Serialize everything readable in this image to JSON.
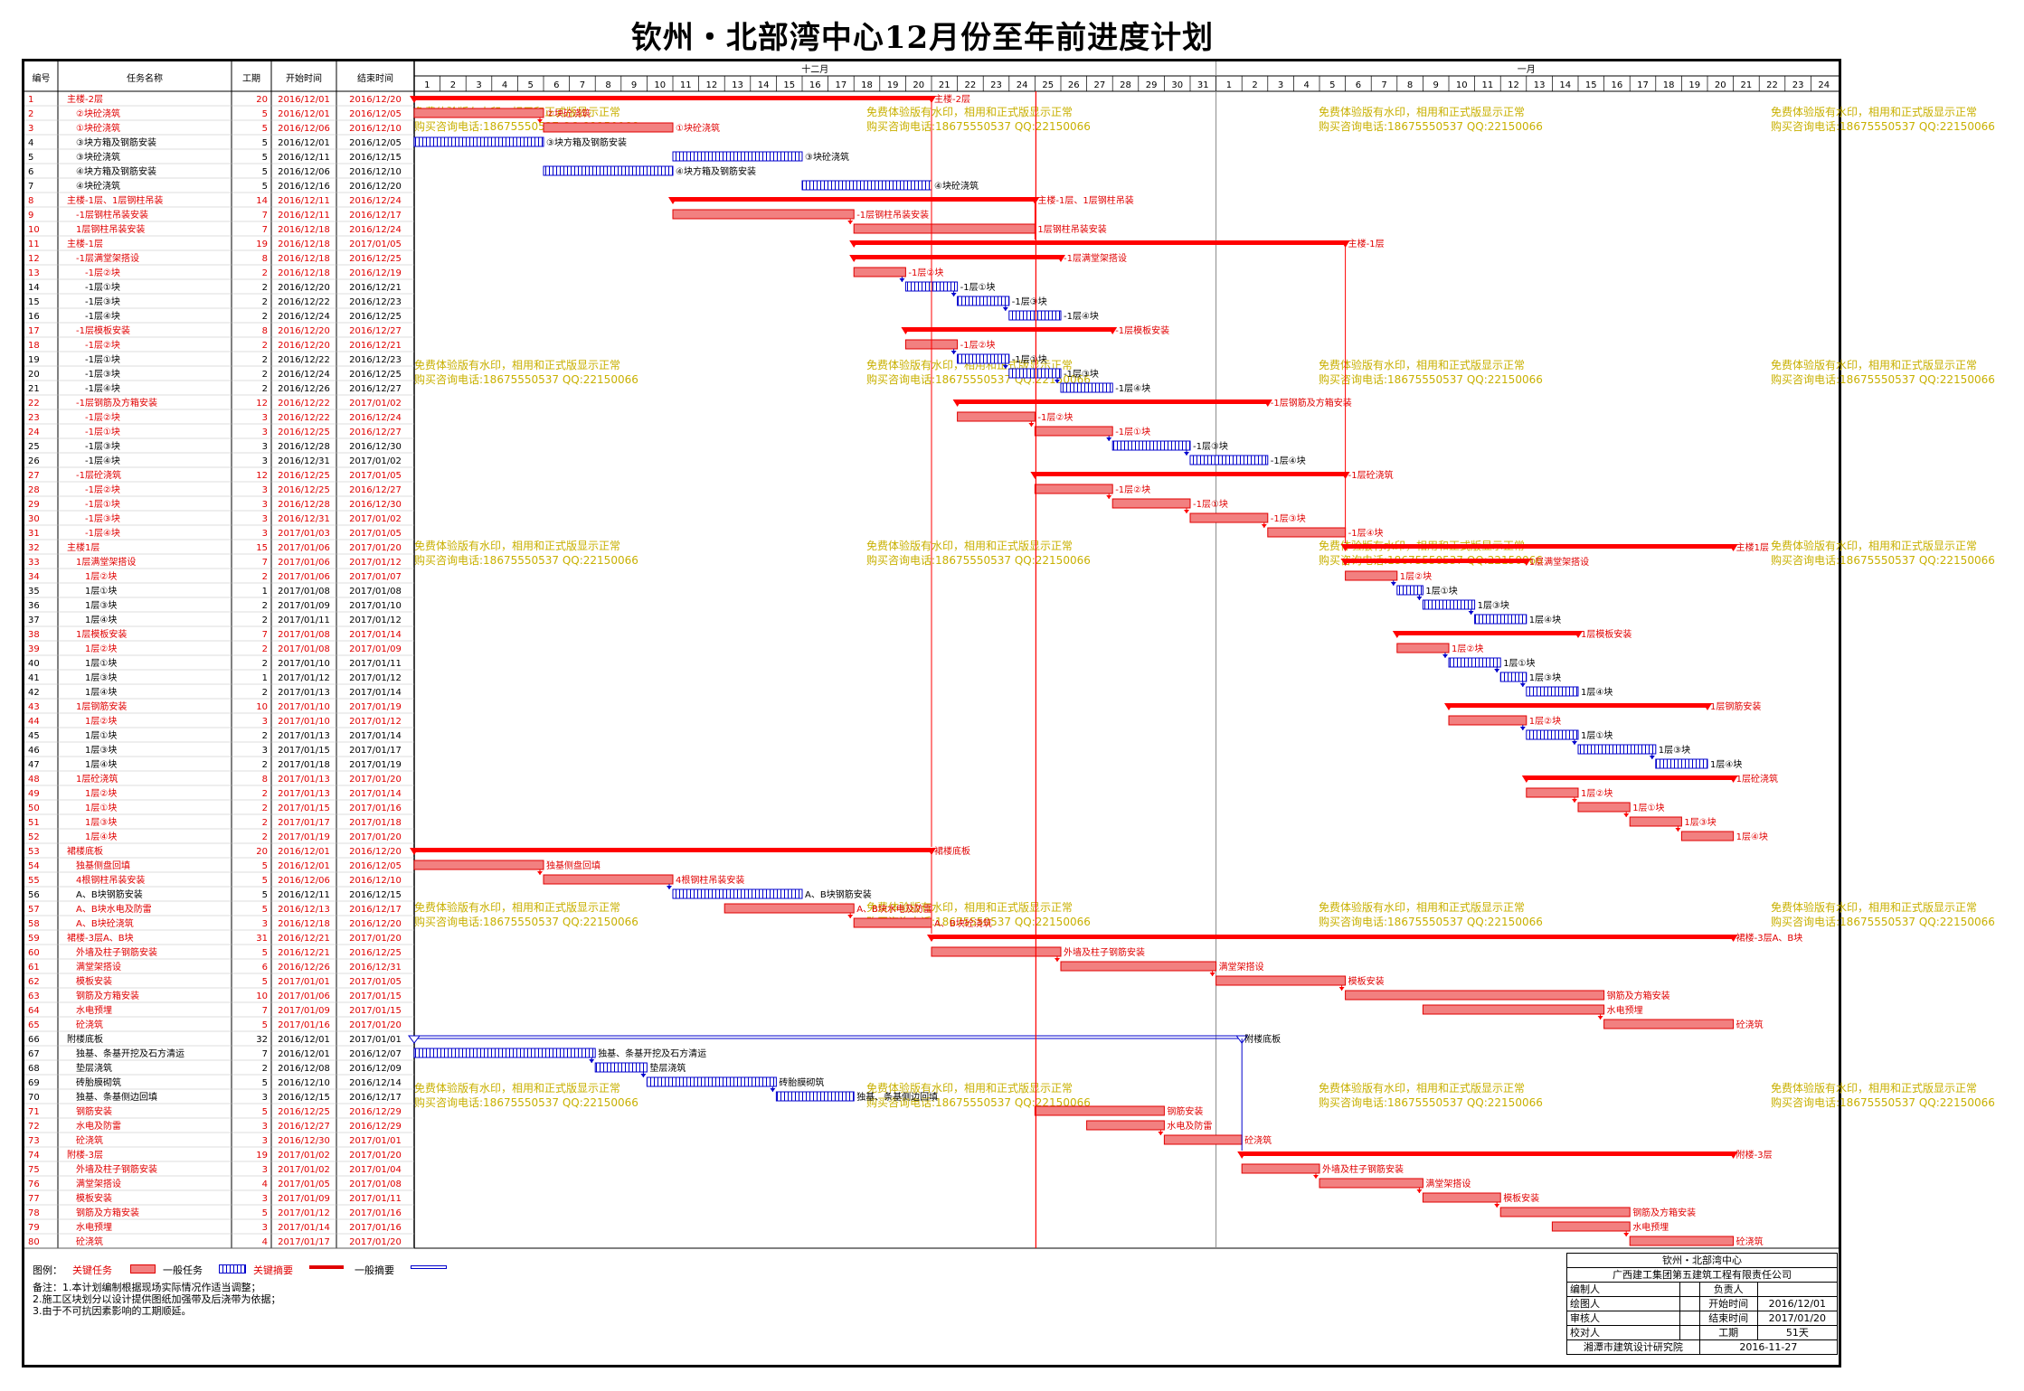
{
  "title": "钦州・北部湾中心12月份至年前进度计划",
  "columns": {
    "id": "编号",
    "name": "任务名称",
    "dur": "工期",
    "start": "开始时间",
    "end": "结束时间"
  },
  "months": [
    "十二月",
    "一月"
  ],
  "watermark": [
    "免费体验版有水印，相用和正式版显示正常",
    "购买咨询电话:18675550537 QQ:22150066"
  ],
  "legend": {
    "title": "图例：",
    "critical_task": "关键任务",
    "normal_task": "一般任务",
    "critical_summary": "关键摘要",
    "normal_summary": "一般摘要"
  },
  "notes": [
    "备注：1.本计划编制根据现场实际情况作适当调整；",
    "2.施工区块划分以设计提供图纸加强带及后浇带为依据；",
    "3.由于不可抗因素影响的工期顺延。"
  ],
  "titleblock": {
    "project": "钦州・北部湾中心",
    "company": "广西建工集团第五建筑工程有限责任公司",
    "rows": [
      [
        "编制人",
        "",
        "负责人",
        ""
      ],
      [
        "绘图人",
        "",
        "开始时间",
        "2016/12/01"
      ],
      [
        "审核人",
        "",
        "结束时间",
        "2017/01/20"
      ],
      [
        "校对人",
        "",
        "工期",
        "51天"
      ]
    ],
    "footer": [
      "湘潭市建筑设计研究院",
      "2016-11-27"
    ]
  },
  "colors": {
    "critical": "#ff0000",
    "critical_bar": "#f28080",
    "normal": "#0000cc",
    "grid": "#000000",
    "watermark": "#c8b000"
  },
  "chart_data": {
    "type": "table",
    "timescale": {
      "start": "2016-12-01",
      "end": "2017-01-24"
    },
    "tasks": [
      {
        "id": 1,
        "name": "主楼-2层",
        "dur": 20,
        "start": "2016/12/01",
        "end": "2016/12/20",
        "lvl": 0,
        "kind": "summary",
        "crit": true,
        "label": "主楼-2层"
      },
      {
        "id": 2,
        "name": "②块砼浇筑",
        "dur": 5,
        "start": "2016/12/01",
        "end": "2016/12/05",
        "lvl": 1,
        "kind": "task",
        "crit": true,
        "label": "②块砼浇筑"
      },
      {
        "id": 3,
        "name": "①块砼浇筑",
        "dur": 5,
        "start": "2016/12/06",
        "end": "2016/12/10",
        "lvl": 1,
        "kind": "task",
        "crit": true,
        "label": "①块砼浇筑"
      },
      {
        "id": 4,
        "name": "③块方箱及钢筋安装",
        "dur": 5,
        "start": "2016/12/01",
        "end": "2016/12/05",
        "lvl": 1,
        "kind": "task",
        "crit": false,
        "label": "③块方箱及钢筋安装"
      },
      {
        "id": 5,
        "name": "③块砼浇筑",
        "dur": 5,
        "start": "2016/12/11",
        "end": "2016/12/15",
        "lvl": 1,
        "kind": "task",
        "crit": false,
        "label": "③块砼浇筑"
      },
      {
        "id": 6,
        "name": "④块方箱及钢筋安装",
        "dur": 5,
        "start": "2016/12/06",
        "end": "2016/12/10",
        "lvl": 1,
        "kind": "task",
        "crit": false,
        "label": "④块方箱及钢筋安装"
      },
      {
        "id": 7,
        "name": "④块砼浇筑",
        "dur": 5,
        "start": "2016/12/16",
        "end": "2016/12/20",
        "lvl": 1,
        "kind": "task",
        "crit": false,
        "label": "④块砼浇筑"
      },
      {
        "id": 8,
        "name": "主楼-1层、1层钢柱吊装",
        "dur": 14,
        "start": "2016/12/11",
        "end": "2016/12/24",
        "lvl": 0,
        "kind": "summary",
        "crit": true,
        "label": "主楼-1层、1层钢柱吊装"
      },
      {
        "id": 9,
        "name": "-1层钢柱吊装安装",
        "dur": 7,
        "start": "2016/12/11",
        "end": "2016/12/17",
        "lvl": 1,
        "kind": "task",
        "crit": true,
        "label": "-1层钢柱吊装安装"
      },
      {
        "id": 10,
        "name": "1层钢柱吊装安装",
        "dur": 7,
        "start": "2016/12/18",
        "end": "2016/12/24",
        "lvl": 1,
        "kind": "task",
        "crit": true,
        "label": "1层钢柱吊装安装"
      },
      {
        "id": 11,
        "name": "主楼-1层",
        "dur": 19,
        "start": "2016/12/18",
        "end": "2017/01/05",
        "lvl": 0,
        "kind": "summary",
        "crit": true,
        "label": "主楼-1层"
      },
      {
        "id": 12,
        "name": "-1层满堂架搭设",
        "dur": 8,
        "start": "2016/12/18",
        "end": "2016/12/25",
        "lvl": 1,
        "kind": "summary",
        "crit": true,
        "label": "-1层满堂架搭设"
      },
      {
        "id": 13,
        "name": "-1层②块",
        "dur": 2,
        "start": "2016/12/18",
        "end": "2016/12/19",
        "lvl": 2,
        "kind": "task",
        "crit": true,
        "label": "-1层②块"
      },
      {
        "id": 14,
        "name": "-1层①块",
        "dur": 2,
        "start": "2016/12/20",
        "end": "2016/12/21",
        "lvl": 2,
        "kind": "task",
        "crit": false,
        "label": "-1层①块"
      },
      {
        "id": 15,
        "name": "-1层③块",
        "dur": 2,
        "start": "2016/12/22",
        "end": "2016/12/23",
        "lvl": 2,
        "kind": "task",
        "crit": false,
        "label": "-1层③块"
      },
      {
        "id": 16,
        "name": "-1层④块",
        "dur": 2,
        "start": "2016/12/24",
        "end": "2016/12/25",
        "lvl": 2,
        "kind": "task",
        "crit": false,
        "label": "-1层④块"
      },
      {
        "id": 17,
        "name": "-1层模板安装",
        "dur": 8,
        "start": "2016/12/20",
        "end": "2016/12/27",
        "lvl": 1,
        "kind": "summary",
        "crit": true,
        "label": "-1层模板安装"
      },
      {
        "id": 18,
        "name": "-1层②块",
        "dur": 2,
        "start": "2016/12/20",
        "end": "2016/12/21",
        "lvl": 2,
        "kind": "task",
        "crit": true,
        "label": "-1层②块"
      },
      {
        "id": 19,
        "name": "-1层①块",
        "dur": 2,
        "start": "2016/12/22",
        "end": "2016/12/23",
        "lvl": 2,
        "kind": "task",
        "crit": false,
        "label": "-1层①块"
      },
      {
        "id": 20,
        "name": "-1层③块",
        "dur": 2,
        "start": "2016/12/24",
        "end": "2016/12/25",
        "lvl": 2,
        "kind": "task",
        "crit": false,
        "label": "-1层③块"
      },
      {
        "id": 21,
        "name": "-1层④块",
        "dur": 2,
        "start": "2016/12/26",
        "end": "2016/12/27",
        "lvl": 2,
        "kind": "task",
        "crit": false,
        "label": "-1层④块"
      },
      {
        "id": 22,
        "name": "-1层钢筋及方箱安装",
        "dur": 12,
        "start": "2016/12/22",
        "end": "2017/01/02",
        "lvl": 1,
        "kind": "summary",
        "crit": true,
        "label": "-1层钢筋及方箱安装"
      },
      {
        "id": 23,
        "name": "-1层②块",
        "dur": 3,
        "start": "2016/12/22",
        "end": "2016/12/24",
        "lvl": 2,
        "kind": "task",
        "crit": true,
        "label": "-1层②块"
      },
      {
        "id": 24,
        "name": "-1层①块",
        "dur": 3,
        "start": "2016/12/25",
        "end": "2016/12/27",
        "lvl": 2,
        "kind": "task",
        "crit": true,
        "label": "-1层①块"
      },
      {
        "id": 25,
        "name": "-1层③块",
        "dur": 3,
        "start": "2016/12/28",
        "end": "2016/12/30",
        "lvl": 2,
        "kind": "task",
        "crit": false,
        "label": "-1层③块"
      },
      {
        "id": 26,
        "name": "-1层④块",
        "dur": 3,
        "start": "2016/12/31",
        "end": "2017/01/02",
        "lvl": 2,
        "kind": "task",
        "crit": false,
        "label": "-1层④块"
      },
      {
        "id": 27,
        "name": "-1层砼浇筑",
        "dur": 12,
        "start": "2016/12/25",
        "end": "2017/01/05",
        "lvl": 1,
        "kind": "summary",
        "crit": true,
        "label": "-1层砼浇筑"
      },
      {
        "id": 28,
        "name": "-1层②块",
        "dur": 3,
        "start": "2016/12/25",
        "end": "2016/12/27",
        "lvl": 2,
        "kind": "task",
        "crit": true,
        "label": "-1层②块"
      },
      {
        "id": 29,
        "name": "-1层①块",
        "dur": 3,
        "start": "2016/12/28",
        "end": "2016/12/30",
        "lvl": 2,
        "kind": "task",
        "crit": true,
        "label": "-1层①块"
      },
      {
        "id": 30,
        "name": "-1层③块",
        "dur": 3,
        "start": "2016/12/31",
        "end": "2017/01/02",
        "lvl": 2,
        "kind": "task",
        "crit": true,
        "label": "-1层③块"
      },
      {
        "id": 31,
        "name": "-1层④块",
        "dur": 3,
        "start": "2017/01/03",
        "end": "2017/01/05",
        "lvl": 2,
        "kind": "task",
        "crit": true,
        "label": "-1层④块"
      },
      {
        "id": 32,
        "name": "主楼1层",
        "dur": 15,
        "start": "2017/01/06",
        "end": "2017/01/20",
        "lvl": 0,
        "kind": "summary",
        "crit": true,
        "label": "主楼1层"
      },
      {
        "id": 33,
        "name": "1层满堂架搭设",
        "dur": 7,
        "start": "2017/01/06",
        "end": "2017/01/12",
        "lvl": 1,
        "kind": "summary",
        "crit": true,
        "label": "1层满堂架搭设"
      },
      {
        "id": 34,
        "name": "1层②块",
        "dur": 2,
        "start": "2017/01/06",
        "end": "2017/01/07",
        "lvl": 2,
        "kind": "task",
        "crit": true,
        "label": "1层②块"
      },
      {
        "id": 35,
        "name": "1层①块",
        "dur": 1,
        "start": "2017/01/08",
        "end": "2017/01/08",
        "lvl": 2,
        "kind": "task",
        "crit": false,
        "label": "1层①块"
      },
      {
        "id": 36,
        "name": "1层③块",
        "dur": 2,
        "start": "2017/01/09",
        "end": "2017/01/10",
        "lvl": 2,
        "kind": "task",
        "crit": false,
        "label": "1层③块"
      },
      {
        "id": 37,
        "name": "1层④块",
        "dur": 2,
        "start": "2017/01/11",
        "end": "2017/01/12",
        "lvl": 2,
        "kind": "task",
        "crit": false,
        "label": "1层④块"
      },
      {
        "id": 38,
        "name": "1层模板安装",
        "dur": 7,
        "start": "2017/01/08",
        "end": "2017/01/14",
        "lvl": 1,
        "kind": "summary",
        "crit": true,
        "label": "1层模板安装"
      },
      {
        "id": 39,
        "name": "1层②块",
        "dur": 2,
        "start": "2017/01/08",
        "end": "2017/01/09",
        "lvl": 2,
        "kind": "task",
        "crit": true,
        "label": "1层②块"
      },
      {
        "id": 40,
        "name": "1层①块",
        "dur": 2,
        "start": "2017/01/10",
        "end": "2017/01/11",
        "lvl": 2,
        "kind": "task",
        "crit": false,
        "label": "1层①块"
      },
      {
        "id": 41,
        "name": "1层③块",
        "dur": 1,
        "start": "2017/01/12",
        "end": "2017/01/12",
        "lvl": 2,
        "kind": "task",
        "crit": false,
        "label": "1层③块"
      },
      {
        "id": 42,
        "name": "1层④块",
        "dur": 2,
        "start": "2017/01/13",
        "end": "2017/01/14",
        "lvl": 2,
        "kind": "task",
        "crit": false,
        "label": "1层④块"
      },
      {
        "id": 43,
        "name": "1层钢筋安装",
        "dur": 10,
        "start": "2017/01/10",
        "end": "2017/01/19",
        "lvl": 1,
        "kind": "summary",
        "crit": true,
        "label": "1层钢筋安装"
      },
      {
        "id": 44,
        "name": "1层②块",
        "dur": 3,
        "start": "2017/01/10",
        "end": "2017/01/12",
        "lvl": 2,
        "kind": "task",
        "crit": true,
        "label": "1层②块"
      },
      {
        "id": 45,
        "name": "1层①块",
        "dur": 2,
        "start": "2017/01/13",
        "end": "2017/01/14",
        "lvl": 2,
        "kind": "task",
        "crit": false,
        "label": "1层①块"
      },
      {
        "id": 46,
        "name": "1层③块",
        "dur": 3,
        "start": "2017/01/15",
        "end": "2017/01/17",
        "lvl": 2,
        "kind": "task",
        "crit": false,
        "label": "1层③块"
      },
      {
        "id": 47,
        "name": "1层④块",
        "dur": 2,
        "start": "2017/01/18",
        "end": "2017/01/19",
        "lvl": 2,
        "kind": "task",
        "crit": false,
        "label": "1层④块"
      },
      {
        "id": 48,
        "name": "1层砼浇筑",
        "dur": 8,
        "start": "2017/01/13",
        "end": "2017/01/20",
        "lvl": 1,
        "kind": "summary",
        "crit": true,
        "label": "1层砼浇筑"
      },
      {
        "id": 49,
        "name": "1层②块",
        "dur": 2,
        "start": "2017/01/13",
        "end": "2017/01/14",
        "lvl": 2,
        "kind": "task",
        "crit": true,
        "label": "1层②块"
      },
      {
        "id": 50,
        "name": "1层①块",
        "dur": 2,
        "start": "2017/01/15",
        "end": "2017/01/16",
        "lvl": 2,
        "kind": "task",
        "crit": true,
        "label": "1层①块"
      },
      {
        "id": 51,
        "name": "1层③块",
        "dur": 2,
        "start": "2017/01/17",
        "end": "2017/01/18",
        "lvl": 2,
        "kind": "task",
        "crit": true,
        "label": "1层③块"
      },
      {
        "id": 52,
        "name": "1层④块",
        "dur": 2,
        "start": "2017/01/19",
        "end": "2017/01/20",
        "lvl": 2,
        "kind": "task",
        "crit": true,
        "label": "1层④块"
      },
      {
        "id": 53,
        "name": "裙楼底板",
        "dur": 20,
        "start": "2016/12/01",
        "end": "2016/12/20",
        "lvl": 0,
        "kind": "summary",
        "crit": true,
        "label": "裙楼底板"
      },
      {
        "id": 54,
        "name": "独基侧盘回填",
        "dur": 5,
        "start": "2016/12/01",
        "end": "2016/12/05",
        "lvl": 1,
        "kind": "task",
        "crit": true,
        "label": "独基侧盘回填"
      },
      {
        "id": 55,
        "name": "4根钢柱吊装安装",
        "dur": 5,
        "start": "2016/12/06",
        "end": "2016/12/10",
        "lvl": 1,
        "kind": "task",
        "crit": true,
        "label": "4根钢柱吊装安装"
      },
      {
        "id": 56,
        "name": "A、B块钢筋安装",
        "dur": 5,
        "start": "2016/12/11",
        "end": "2016/12/15",
        "lvl": 1,
        "kind": "task",
        "crit": false,
        "label": "A、B块钢筋安装"
      },
      {
        "id": 57,
        "name": "A、B块水电及防雷",
        "dur": 5,
        "start": "2016/12/13",
        "end": "2016/12/17",
        "lvl": 1,
        "kind": "task",
        "crit": true,
        "label": "A、B块水电及防雷"
      },
      {
        "id": 58,
        "name": "A、B块砼浇筑",
        "dur": 3,
        "start": "2016/12/18",
        "end": "2016/12/20",
        "lvl": 1,
        "kind": "task",
        "crit": true,
        "label": "A、B块砼浇筑"
      },
      {
        "id": 59,
        "name": "裙楼-3层A、B块",
        "dur": 31,
        "start": "2016/12/21",
        "end": "2017/01/20",
        "lvl": 0,
        "kind": "summary",
        "crit": true,
        "label": "裙楼-3层A、B块"
      },
      {
        "id": 60,
        "name": "外墙及柱子钢筋安装",
        "dur": 5,
        "start": "2016/12/21",
        "end": "2016/12/25",
        "lvl": 1,
        "kind": "task",
        "crit": true,
        "label": "外墙及柱子钢筋安装"
      },
      {
        "id": 61,
        "name": "满堂架搭设",
        "dur": 6,
        "start": "2016/12/26",
        "end": "2016/12/31",
        "lvl": 1,
        "kind": "task",
        "crit": true,
        "label": "满堂架搭设"
      },
      {
        "id": 62,
        "name": "模板安装",
        "dur": 5,
        "start": "2017/01/01",
        "end": "2017/01/05",
        "lvl": 1,
        "kind": "task",
        "crit": true,
        "label": "模板安装"
      },
      {
        "id": 63,
        "name": "钢筋及方箱安装",
        "dur": 10,
        "start": "2017/01/06",
        "end": "2017/01/15",
        "lvl": 1,
        "kind": "task",
        "crit": true,
        "label": "钢筋及方箱安装"
      },
      {
        "id": 64,
        "name": "水电预埋",
        "dur": 7,
        "start": "2017/01/09",
        "end": "2017/01/15",
        "lvl": 1,
        "kind": "task",
        "crit": true,
        "label": "水电预埋"
      },
      {
        "id": 65,
        "name": "砼浇筑",
        "dur": 5,
        "start": "2017/01/16",
        "end": "2017/01/20",
        "lvl": 1,
        "kind": "task",
        "crit": true,
        "label": "砼浇筑"
      },
      {
        "id": 66,
        "name": "附楼底板",
        "dur": 32,
        "start": "2016/12/01",
        "end": "2017/01/01",
        "lvl": 0,
        "kind": "summary",
        "crit": false,
        "label": "附楼底板"
      },
      {
        "id": 67,
        "name": "独基、条基开挖及石方清运",
        "dur": 7,
        "start": "2016/12/01",
        "end": "2016/12/07",
        "lvl": 1,
        "kind": "task",
        "crit": false,
        "label": "独基、条基开挖及石方清运"
      },
      {
        "id": 68,
        "name": "垫层浇筑",
        "dur": 2,
        "start": "2016/12/08",
        "end": "2016/12/09",
        "lvl": 1,
        "kind": "task",
        "crit": false,
        "label": "垫层浇筑"
      },
      {
        "id": 69,
        "name": "砖胎膜砌筑",
        "dur": 5,
        "start": "2016/12/10",
        "end": "2016/12/14",
        "lvl": 1,
        "kind": "task",
        "crit": false,
        "label": "砖胎膜砌筑"
      },
      {
        "id": 70,
        "name": "独基、条基侧边回填",
        "dur": 3,
        "start": "2016/12/15",
        "end": "2016/12/17",
        "lvl": 1,
        "kind": "task",
        "crit": false,
        "label": "独基、条基侧边回填"
      },
      {
        "id": 71,
        "name": "钢筋安装",
        "dur": 5,
        "start": "2016/12/25",
        "end": "2016/12/29",
        "lvl": 1,
        "kind": "task",
        "crit": true,
        "label": "钢筋安装"
      },
      {
        "id": 72,
        "name": "水电及防雷",
        "dur": 3,
        "start": "2016/12/27",
        "end": "2016/12/29",
        "lvl": 1,
        "kind": "task",
        "crit": true,
        "label": "水电及防雷"
      },
      {
        "id": 73,
        "name": "砼浇筑",
        "dur": 3,
        "start": "2016/12/30",
        "end": "2017/01/01",
        "lvl": 1,
        "kind": "task",
        "crit": true,
        "label": "砼浇筑"
      },
      {
        "id": 74,
        "name": "附楼-3层",
        "dur": 19,
        "start": "2017/01/02",
        "end": "2017/01/20",
        "lvl": 0,
        "kind": "summary",
        "crit": true,
        "label": "附楼-3层"
      },
      {
        "id": 75,
        "name": "外墙及柱子钢筋安装",
        "dur": 3,
        "start": "2017/01/02",
        "end": "2017/01/04",
        "lvl": 1,
        "kind": "task",
        "crit": true,
        "label": "外墙及柱子钢筋安装"
      },
      {
        "id": 76,
        "name": "满堂架搭设",
        "dur": 4,
        "start": "2017/01/05",
        "end": "2017/01/08",
        "lvl": 1,
        "kind": "task",
        "crit": true,
        "label": "满堂架搭设"
      },
      {
        "id": 77,
        "name": "模板安装",
        "dur": 3,
        "start": "2017/01/09",
        "end": "2017/01/11",
        "lvl": 1,
        "kind": "task",
        "crit": true,
        "label": "模板安装"
      },
      {
        "id": 78,
        "name": "钢筋及方箱安装",
        "dur": 5,
        "start": "2017/01/12",
        "end": "2017/01/16",
        "lvl": 1,
        "kind": "task",
        "crit": true,
        "label": "钢筋及方箱安装"
      },
      {
        "id": 79,
        "name": "水电预埋",
        "dur": 3,
        "start": "2017/01/14",
        "end": "2017/01/16",
        "lvl": 1,
        "kind": "task",
        "crit": true,
        "label": "水电预埋"
      },
      {
        "id": 80,
        "name": "砼浇筑",
        "dur": 4,
        "start": "2017/01/17",
        "end": "2017/01/20",
        "lvl": 1,
        "kind": "task",
        "crit": true,
        "label": "砼浇筑"
      }
    ]
  }
}
